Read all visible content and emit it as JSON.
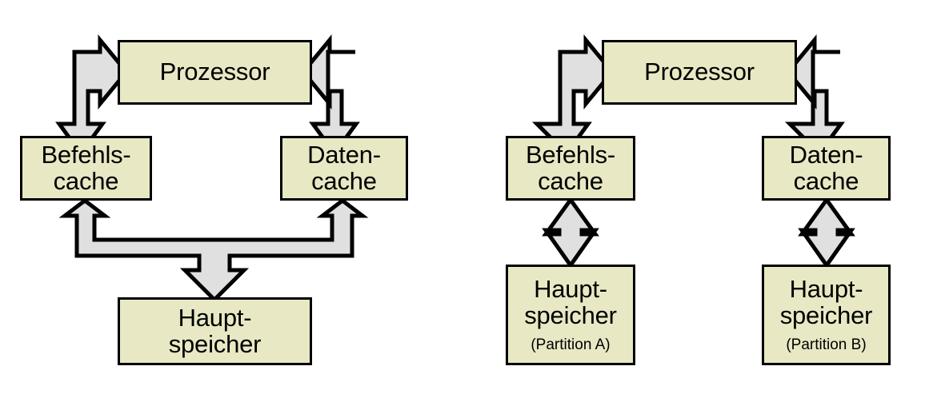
{
  "diagram": {
    "title": "Harvard architecture cache diagrams",
    "colors": {
      "node_fill": "#e8e8c4",
      "node_stroke": "#000000",
      "arrow_fill": "#e0e0e0",
      "arrow_stroke": "#000000",
      "background": "#ffffff"
    },
    "left": {
      "name": "unified-main-memory-diagram",
      "nodes": {
        "processor": {
          "label": "Prozessor"
        },
        "instruction_cache": {
          "label": "Befehls-\ncache"
        },
        "data_cache": {
          "label": "Daten-\ncache"
        },
        "main_memory": {
          "label": "Haupt-\nspeicher"
        }
      },
      "connectors": [
        {
          "name": "processor-to-instruction-cache",
          "kind": "elbow-double-arrow",
          "heads": [
            "right",
            "down"
          ]
        },
        {
          "name": "processor-to-data-cache",
          "kind": "elbow-double-arrow",
          "heads": [
            "left",
            "down"
          ]
        },
        {
          "name": "main-memory-to-caches",
          "kind": "tee-triple-arrow",
          "heads": [
            "up-left",
            "up-right",
            "down"
          ]
        }
      ]
    },
    "right": {
      "name": "partitioned-main-memory-diagram",
      "nodes": {
        "processor": {
          "label": "Prozessor"
        },
        "instruction_cache": {
          "label": "Befehls-\ncache"
        },
        "data_cache": {
          "label": "Daten-\ncache"
        },
        "main_memory_a": {
          "label": "Haupt-\nspeicher",
          "subtitle": "(Partition A)"
        },
        "main_memory_b": {
          "label": "Haupt-\nspeicher",
          "subtitle": "(Partition B)"
        }
      },
      "connectors": [
        {
          "name": "processor-to-instruction-cache",
          "kind": "elbow-double-arrow",
          "heads": [
            "right",
            "down"
          ]
        },
        {
          "name": "processor-to-data-cache",
          "kind": "elbow-double-arrow",
          "heads": [
            "left",
            "down"
          ]
        },
        {
          "name": "instruction-cache-to-memory-a",
          "kind": "vertical-double-arrow",
          "heads": [
            "up",
            "down"
          ]
        },
        {
          "name": "data-cache-to-memory-b",
          "kind": "vertical-double-arrow",
          "heads": [
            "up",
            "down"
          ]
        }
      ]
    }
  }
}
